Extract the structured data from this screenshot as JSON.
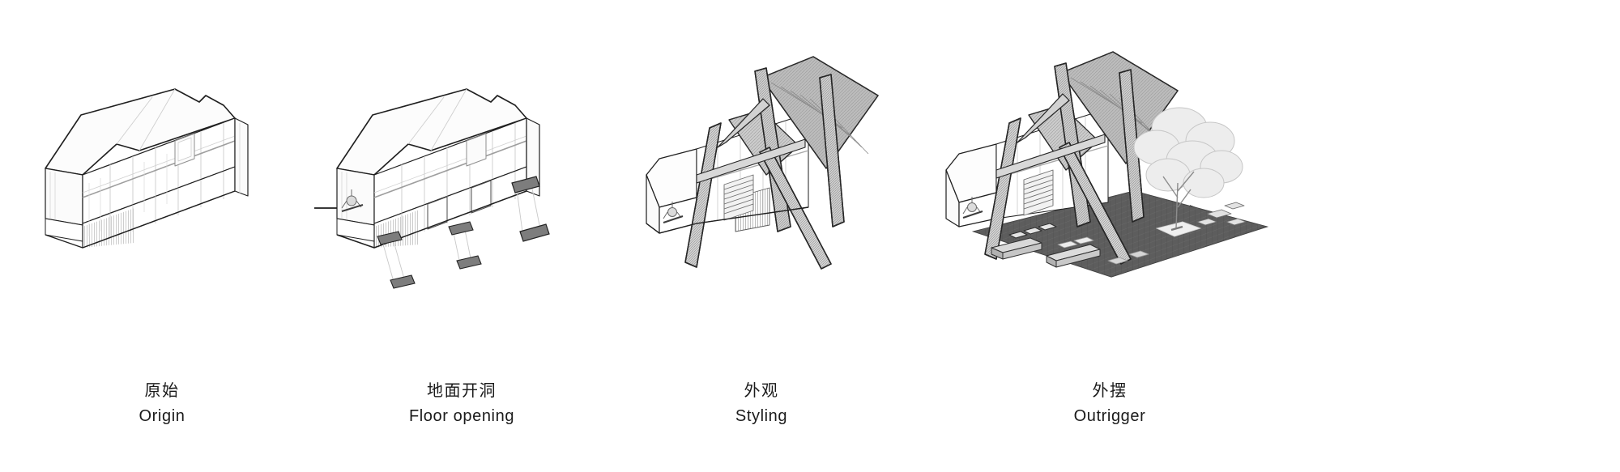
{
  "diagram": {
    "title": "Architectural transformation sequence",
    "type": "axonometric-process-diagram",
    "background_color": "#ffffff",
    "line_color": "#1b1b1b",
    "fill_light": "#f7f7f7",
    "fill_mid": "#c9c9c9",
    "fill_dark": "#8d8d8d",
    "deck_color": "#5a5a5a"
  },
  "stages": [
    {
      "id": "origin",
      "index": 1,
      "cn": "原始",
      "en": "Origin",
      "description": "Existing two-storey linear container building shown in axonometric line drawing, flat roof, glazed facade bays."
    },
    {
      "id": "floor-opening",
      "index": 2,
      "cn": "地面开洞",
      "en": "Floor opening",
      "description": "Floor slab panels removed and shown exploded below the building, connected with thin leader lines.",
      "removed_panel_count": 4
    },
    {
      "id": "styling",
      "index": 3,
      "cn": "外观",
      "en": "Styling",
      "description": "Angled A-frame timber exoskeleton and pitched hatched roof panels added over the volume."
    },
    {
      "id": "outrigger",
      "index": 4,
      "cn": "外摆",
      "en": "Outrigger",
      "description": "Outdoor seating deck, planters, paving and a tree added around the building."
    }
  ],
  "arrows": [
    {
      "id": "arrow-1-2",
      "from": "origin",
      "to": "floor-opening",
      "direction": "right"
    },
    {
      "id": "arrow-2-3",
      "from": "floor-opening",
      "to": "styling",
      "direction": "right"
    },
    {
      "id": "arrow-3-4",
      "from": "styling",
      "to": "outrigger",
      "direction": "right"
    }
  ]
}
